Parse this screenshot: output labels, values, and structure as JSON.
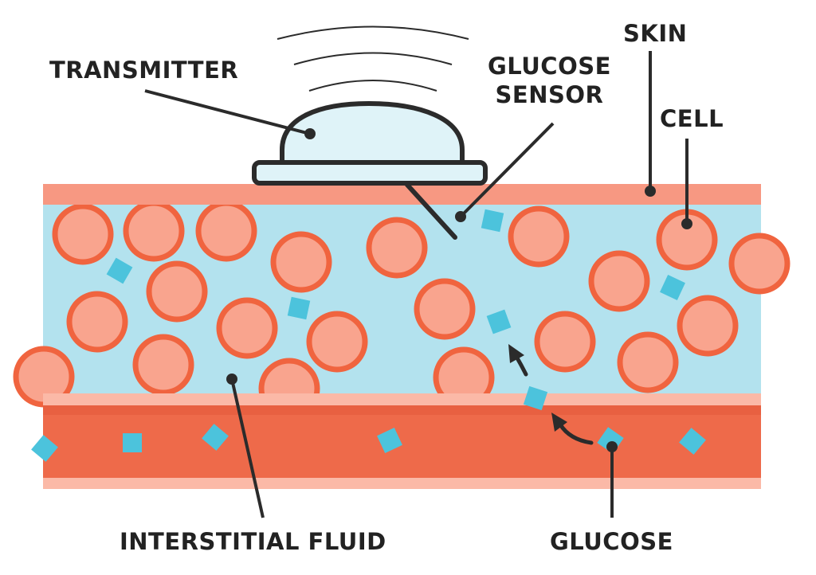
{
  "labels": {
    "transmitter": "TRANSMITTER",
    "glucose_sensor_line1": "GLUCOSE",
    "glucose_sensor_line2": "SENSOR",
    "skin": "SKIN",
    "cell": "CELL",
    "interstitial_fluid": "INTERSTITIAL FLUID",
    "glucose": "GLUCOSE"
  },
  "colors": {
    "skin": "#f79882",
    "interstitial_fluid": "#b3e2ee",
    "cell_fill": "#f9a48e",
    "cell_stroke": "#f0643f",
    "blood_vessel": "#ee6a4a",
    "vessel_wall": "#fbb9a7",
    "glucose": "#4cc3dc",
    "transmitter": "#dff3f8",
    "outline": "#2b2b2b"
  }
}
